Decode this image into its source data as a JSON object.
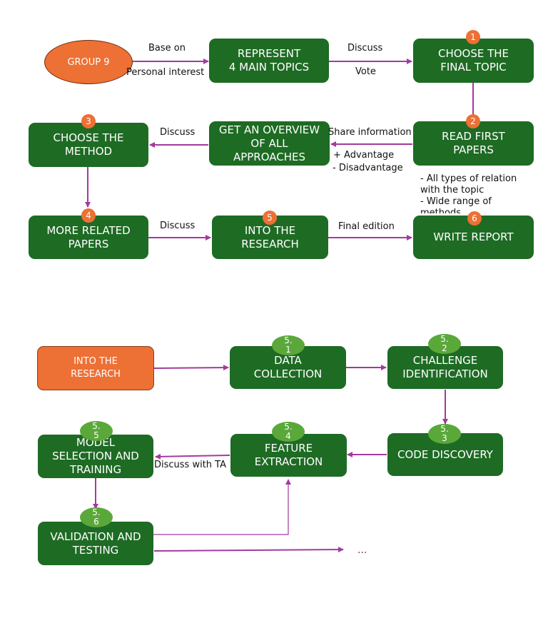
{
  "colors": {
    "node_green": "#1e6b24",
    "node_orange": "#ed7034",
    "arrow_purple": "#a33a9e",
    "badge_green": "#5aa83a"
  },
  "top": {
    "group": "GROUP 9",
    "represent": [
      "REPRESENT",
      "4 MAIN TOPICS"
    ],
    "choose_topic": [
      "CHOOSE THE",
      "FINAL TOPIC"
    ],
    "read_first": [
      "READ FIRST",
      "PAPERS"
    ],
    "overview": [
      "GET AN OVERVIEW",
      "OF ALL",
      "APPROACHES"
    ],
    "choose_method": [
      "CHOOSE THE",
      "METHOD"
    ],
    "more_related": [
      "MORE RELATED",
      "PAPERS"
    ],
    "into_research": [
      "INTO THE",
      "RESEARCH"
    ],
    "write_report": "WRITE REPORT",
    "labels": {
      "base_on": "Base on",
      "personal_interest": "Personal interest",
      "discuss_1": "Discuss",
      "vote": "Vote",
      "share_info": "Share information",
      "advantage": "+ Advantage",
      "disadvantage": "- Disadvantage",
      "discuss_2": "Discuss",
      "discuss_3": "Discuss",
      "final_edition": "Final edition"
    },
    "note": "- All types of relation\nwith the topic\n- Wide range of\nmethods",
    "badges": [
      "1",
      "2",
      "3",
      "4",
      "5",
      "6"
    ]
  },
  "bottom": {
    "into_research": [
      "INTO THE",
      "RESEARCH"
    ],
    "data_collection": [
      "DATA",
      "COLLECTION"
    ],
    "challenge": [
      "CHALLENGE",
      "IDENTIFICATION"
    ],
    "code_discovery": "CODE DISCOVERY",
    "feature": [
      "FEATURE",
      "EXTRACTION"
    ],
    "model": [
      "MODEL",
      "SELECTION AND",
      "TRAINING"
    ],
    "validation": [
      "VALIDATION AND",
      "TESTING"
    ],
    "discuss_ta": "Discuss with TA",
    "ellipsis": "...",
    "badges": [
      [
        "5.",
        "1"
      ],
      [
        "5.",
        "2"
      ],
      [
        "5.",
        "3"
      ],
      [
        "5.",
        "4"
      ],
      [
        "5.",
        "5"
      ],
      [
        "5.",
        "6"
      ]
    ]
  }
}
